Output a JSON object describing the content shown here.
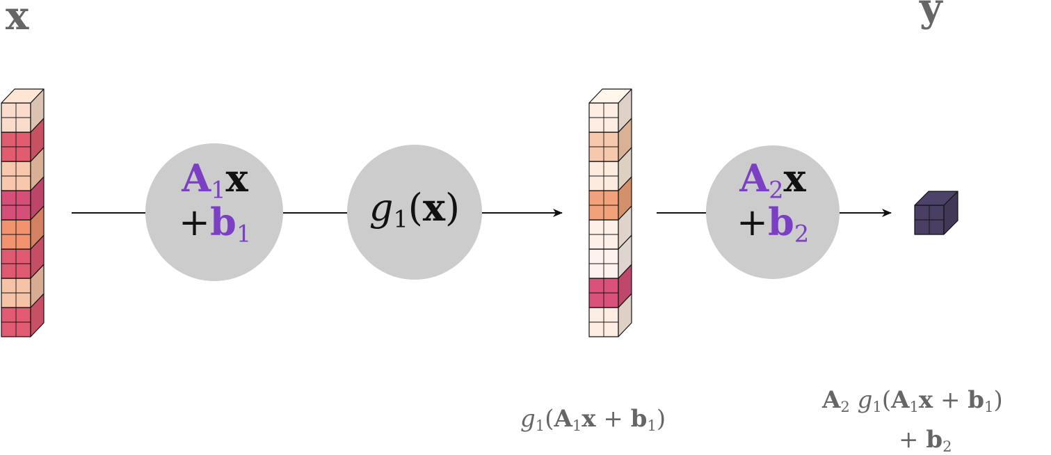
{
  "labels": {
    "input": "x",
    "output": "y",
    "hidden_caption": {
      "g": "g",
      "g_sub": "1",
      "open": "(",
      "A": "A",
      "A_sub": "1",
      "x": "x",
      "plus": "+",
      "b": "b",
      "b_sub": "1",
      "close": ")"
    },
    "output_caption_line1": {
      "A": "A",
      "A_sub": "2",
      "g": "g",
      "g_sub": "1",
      "open": "(",
      "A1": "A",
      "A1_sub": "1",
      "x": "x",
      "plus": "+",
      "b": "b",
      "b_sub": "1",
      "close": ")"
    },
    "output_caption_line2": {
      "plus": "+",
      "b": "b",
      "b_sub": "2"
    }
  },
  "nodes": {
    "affine1": {
      "A": "A",
      "A_sub": "1",
      "x": "x",
      "plus": "+",
      "b": "b",
      "b_sub": "1"
    },
    "activation": {
      "g": "g",
      "g_sub": "1",
      "open": "(",
      "x": "x",
      "close": ")"
    },
    "affine2": {
      "A": "A",
      "A_sub": "2",
      "x": "x",
      "plus": "+",
      "b": "b",
      "b_sub": "2"
    }
  },
  "vectors": {
    "input_colors": [
      "#F9DCCB",
      "#E05C6E",
      "#F7C8AB",
      "#D45079",
      "#F0936E",
      "#DF5970",
      "#F5C3A6",
      "#E25B73"
    ],
    "hidden_colors": [
      "#FDEDE3",
      "#F7C9AC",
      "#FCEBDE",
      "#F1A27A",
      "#FDF0E8",
      "#FDF2EC",
      "#D8527A",
      "#FDECE1"
    ],
    "output_color": "#4A3F63"
  },
  "colors": {
    "node_fill": "#CCCCCC",
    "accent": "#7B3FC4",
    "label_gray": "#666666",
    "edge": "#111111"
  }
}
